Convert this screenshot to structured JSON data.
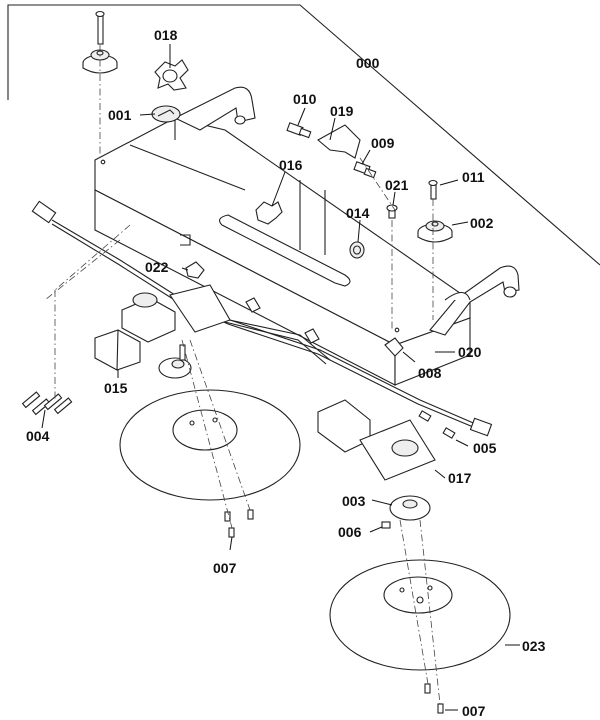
{
  "labels": {
    "p000": "000",
    "p001": "001",
    "p002": "002",
    "p003": "003",
    "p004": "004",
    "p005": "005",
    "p006": "006",
    "p007a": "007",
    "p007b": "007",
    "p008": "008",
    "p009": "009",
    "p010": "010",
    "p011": "011",
    "p014": "014",
    "p015": "015",
    "p016": "016",
    "p017": "017",
    "p018": "018",
    "p019": "019",
    "p020": "020",
    "p021": "021",
    "p022": "022",
    "p023": "023"
  }
}
